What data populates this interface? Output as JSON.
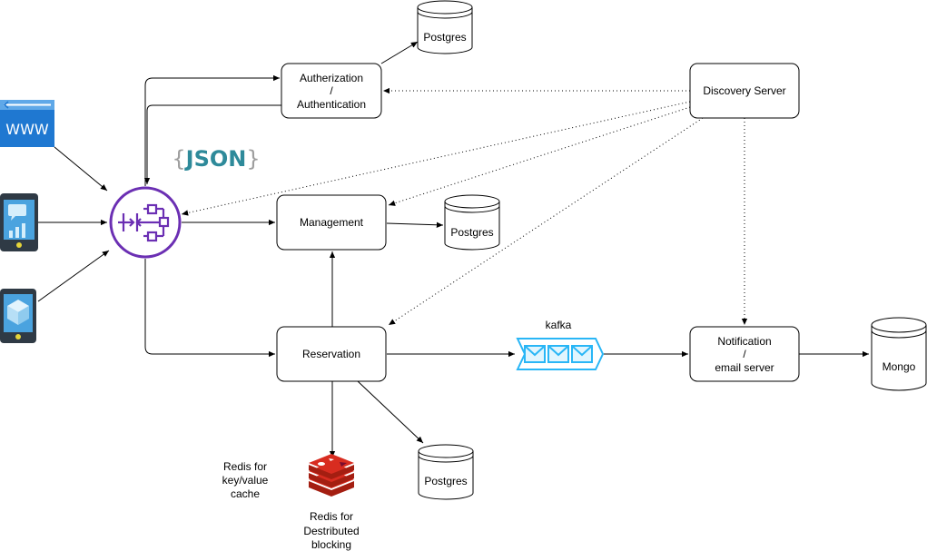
{
  "nodes": {
    "auth": {
      "line1": "Autherization",
      "line2": "/",
      "line3": "Authentication"
    },
    "discovery": {
      "label": "Discovery Server"
    },
    "management": {
      "label": "Management"
    },
    "reservation": {
      "label": "Reservation"
    },
    "notification": {
      "line1": "Notification",
      "line2": "/",
      "line3": "email server"
    },
    "postgres_auth": {
      "label": "Postgres"
    },
    "postgres_mgmt": {
      "label": "Postgres"
    },
    "postgres_res": {
      "label": "Postgres"
    },
    "mongo": {
      "label": "Mongo"
    },
    "kafka": {
      "label": "kafka"
    }
  },
  "labels": {
    "json_logo": "{JSON}",
    "www_icon": "WWW",
    "redis_cache": [
      "Redis for",
      "key/value",
      "cache"
    ],
    "redis_blocking": [
      "Redis for",
      "Destributed",
      "blocking"
    ]
  },
  "colors": {
    "gateway": "#6B2FB3",
    "kafka": "#29B6F6",
    "redis": "#C6302B",
    "device_blue": "#1F78D1",
    "device_body": "#2F3A45",
    "json_teal": "#2E8A9A",
    "json_brace": "#9E9E9E"
  },
  "icons": {
    "browser": "www-browser-icon",
    "mobile_chat": "mobile-chat-icon",
    "mobile_cube": "mobile-cube-icon",
    "gateway": "api-gateway-icon",
    "kafka": "message-queue-icon",
    "redis": "redis-icon"
  }
}
